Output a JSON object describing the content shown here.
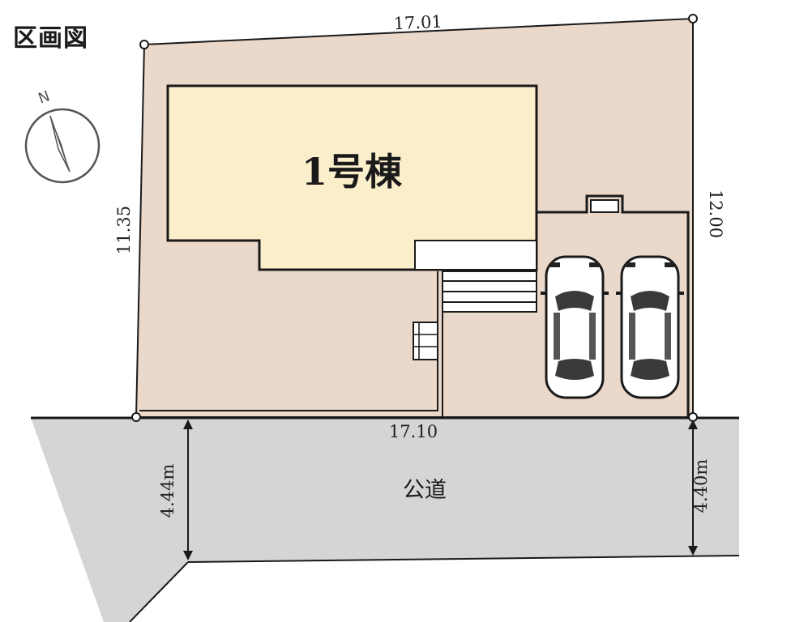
{
  "title": "区画図",
  "compass": {
    "label": "N",
    "icon": "north-arrow-icon"
  },
  "building": {
    "label": "1号棟"
  },
  "dimensions": {
    "top": "17.01",
    "left": "11.35",
    "right": "12.00",
    "bottom": "17.10",
    "road_left": "4.44m",
    "road_right": "4.40m"
  },
  "road": {
    "label": "公道"
  },
  "parking": {
    "cars": 2
  },
  "colors": {
    "lot": "#ead8cb",
    "building": "#fbeecb",
    "road": "#d4d5d7",
    "outline": "#1a1a1a"
  }
}
